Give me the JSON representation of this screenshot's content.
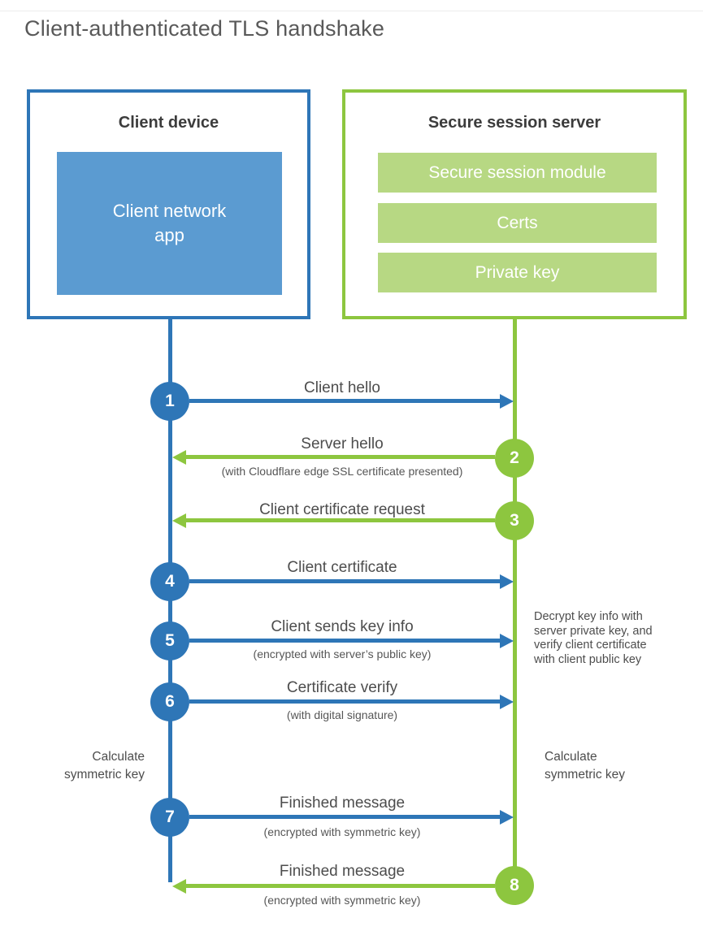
{
  "title": "Client-authenticated TLS handshake",
  "colors": {
    "blue": "#2e76b7",
    "blue_fill": "#5b9bd1",
    "green": "#8dc63f",
    "green_fill": "#b7d883",
    "text": "#4d4d4d"
  },
  "client": {
    "title": "Client device",
    "app_label": "Client network\napp"
  },
  "server": {
    "title": "Secure session server",
    "modules": [
      "Secure session module",
      "Certs",
      "Private key"
    ]
  },
  "steps": [
    {
      "num": "1",
      "label": "Client hello",
      "sub": "",
      "direction": "client-to-server"
    },
    {
      "num": "2",
      "label": "Server hello",
      "sub": "(with Cloudflare edge SSL certificate presented)",
      "direction": "server-to-client"
    },
    {
      "num": "3",
      "label": "Client certificate request",
      "sub": "",
      "direction": "server-to-client"
    },
    {
      "num": "4",
      "label": "Client certificate",
      "sub": "",
      "direction": "client-to-server"
    },
    {
      "num": "5",
      "label": "Client sends key info",
      "sub": "(encrypted with server’s public key)",
      "direction": "client-to-server"
    },
    {
      "num": "6",
      "label": "Certificate verify",
      "sub": "(with digital signature)",
      "direction": "client-to-server"
    },
    {
      "num": "7",
      "label": "Finished message",
      "sub": "(encrypted with symmetric key)",
      "direction": "client-to-server"
    },
    {
      "num": "8",
      "label": "Finished message",
      "sub": "(encrypted with symmetric key)",
      "direction": "server-to-client"
    }
  ],
  "annotations": {
    "decrypt_note": "Decrypt key info with\nserver private key, and\nverify client certificate\nwith client public key",
    "calc_left": "Calculate\nsymmetric key",
    "calc_right": "Calculate\nsymmetric key"
  }
}
